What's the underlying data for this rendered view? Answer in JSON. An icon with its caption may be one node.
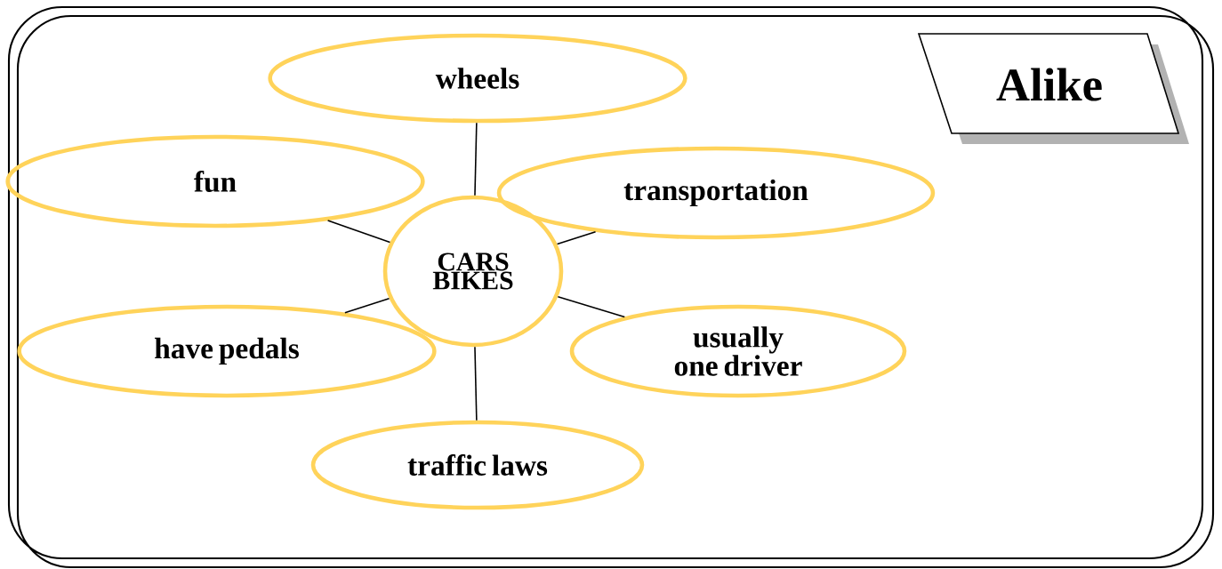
{
  "diagram": {
    "nodes": [
      {
        "text": [
          "wheels"
        ]
      },
      {
        "text": [
          "Alike"
        ]
      },
      {
        "text": [
          "fun"
        ]
      },
      {
        "text": [
          "transportation"
        ]
      },
      {
        "text": [
          "CARS BIKES"
        ]
      },
      {
        "text": [
          "have pedals"
        ]
      },
      {
        "text": [
          "usually one driver"
        ]
      },
      {
        "text": [
          "traffic laws"
        ]
      }
    ],
    "edges": [
      {
        "from": 4,
        "to": 0,
        "arrow": "none"
      },
      {
        "from": 4,
        "to": 2,
        "arrow": "none"
      },
      {
        "from": 4,
        "to": 3,
        "arrow": "none"
      },
      {
        "from": 4,
        "to": 5,
        "arrow": "none"
      },
      {
        "from": 4,
        "to": 6,
        "arrow": "none"
      },
      {
        "from": 4,
        "to": 7,
        "arrow": "none"
      }
    ]
  }
}
